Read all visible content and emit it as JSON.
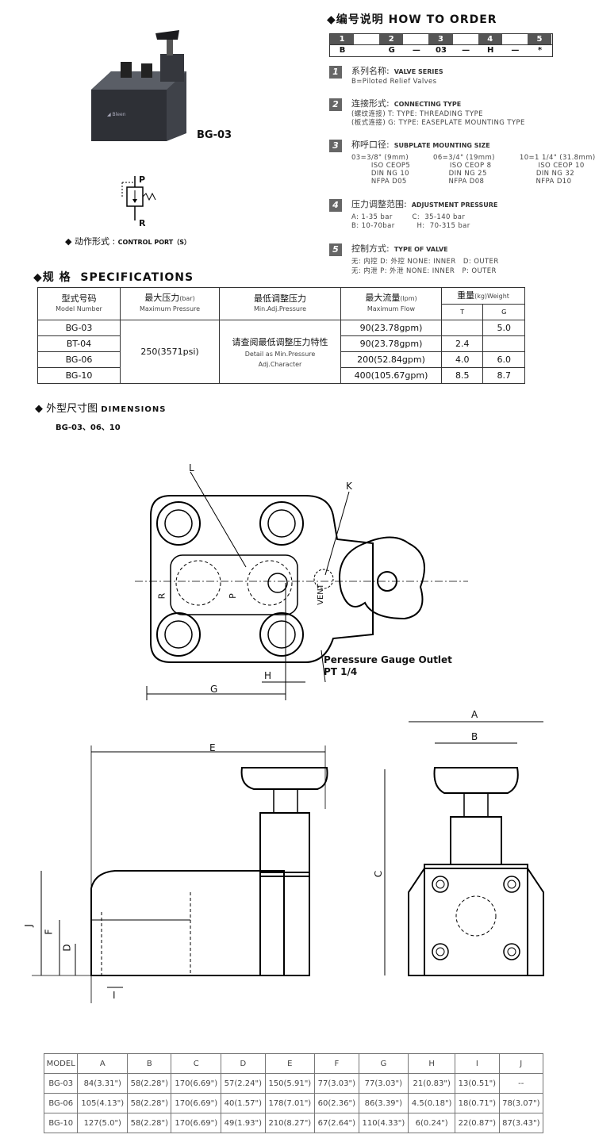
{
  "photo": {
    "label": "BG-03"
  },
  "control_port": {
    "label_cn": "◆ 动作形式 :",
    "label_en": "CONTROL PORT（S）",
    "p": "P",
    "r": "R"
  },
  "order": {
    "heading_cn": "◆编号说明",
    "heading_en": "HOW TO ORDER",
    "positions": [
      "1",
      "2",
      "3",
      "4",
      "5"
    ],
    "codes": [
      "B",
      "G",
      "—",
      "03",
      "—",
      "H",
      "—",
      "*"
    ],
    "items": [
      {
        "num": "1",
        "title_cn": "系列名称:",
        "title_en": "VALVE SERIES",
        "lines": [
          "B=Piloted Relief Valves"
        ]
      },
      {
        "num": "2",
        "title_cn": "连接形式:",
        "title_en": "CONNECTING TYPE",
        "lines": [
          "(螺纹连接) T:  TYPE: THREADING TYPE",
          "(板式连接) G:  TYPE: EASEPLATE MOUNTING TYPE"
        ]
      },
      {
        "num": "3",
        "title_cn": "称呼口径:",
        "title_en": "SUBPLATE MOUNTING SIZE",
        "lines": [
          "03=3/8\" (9mm)          06=3/4\" (19mm)          10=1 1/4\" (31.8mm)",
          "        ISO CEOP5                ISO CEOP 8                   ISO CEOP 10",
          "        DIN NG 10                DIN NG 25                    DIN NG 32",
          "        NFPA D05                 NFPA D08                     NFPA D10"
        ]
      },
      {
        "num": "4",
        "title_cn": "压力调整范围:",
        "title_en": "ADJUSTMENT PRESSURE",
        "lines": [
          "A: 1-35 bar        C:  35-140 bar",
          "B: 10-70bar         H:  70-315 bar"
        ]
      },
      {
        "num": "5",
        "title_cn": "控制方式:",
        "title_en": "TYPE OF VALVE",
        "lines": [
          "无: 内控 D: 外控 NONE: INNER   D: OUTER",
          "无: 内泄 P: 外泄 NONE: INNER   P: OUTER"
        ]
      }
    ]
  },
  "specs": {
    "heading_cn": "◆规  格",
    "heading_en": "SPECIFICATIONS",
    "headers": {
      "model_cn": "型式号码",
      "model_en": "Model Number",
      "maxp_cn": "最大压力",
      "maxp_unit": "(bar)",
      "maxp_en": "Maximum Pressure",
      "minp_cn": "最低调整压力",
      "minp_en": "Min.Adj.Pressure",
      "flow_cn": "最大流量",
      "flow_unit": "(lpm)",
      "flow_en": "Maximum Flow",
      "weight_cn": "重量",
      "weight_unit": "(kg)Weight",
      "t": "T",
      "g": "G"
    },
    "pressure": "250(3571psi)",
    "min_adj_cn": "请查阅最低调整压力特性",
    "min_adj_en1": "Detail as Min.Pressure",
    "min_adj_en2": "Adj.Character",
    "rows": [
      {
        "model": "BG-03",
        "flow": "90(23.78gpm)",
        "t": "",
        "g": "5.0"
      },
      {
        "model": "BT-04",
        "flow": "90(23.78gpm)",
        "t": "2.4",
        "g": ""
      },
      {
        "model": "BG-06",
        "flow": "200(52.84gpm)",
        "t": "4.0",
        "g": "6.0"
      },
      {
        "model": "BG-10",
        "flow": "400(105.67gpm)",
        "t": "8.5",
        "g": "8.7"
      }
    ]
  },
  "dimensions": {
    "heading_cn": "◆  外型尺寸图",
    "heading_en": "DIMENSIONS",
    "subtitle": "BG-03、06、10",
    "labels": {
      "L": "L",
      "K": "K",
      "G": "G",
      "H": "H",
      "R": "R",
      "P": "P",
      "VENT": "VENT",
      "E": "E",
      "J": "J",
      "F": "F",
      "D": "D",
      "I": "I",
      "A": "A",
      "B": "B",
      "C": "C"
    },
    "gauge_line1": "Peressure Gauge Outlet",
    "gauge_line2": "PT 1/4",
    "table": {
      "headers": [
        "MODEL",
        "A",
        "B",
        "C",
        "D",
        "E",
        "F",
        "G",
        "H",
        "I",
        "J"
      ],
      "rows": [
        [
          "BG-03",
          "84(3.31\")",
          "58(2.28\")",
          "170(6.69\")",
          "57(2.24\")",
          "150(5.91\")",
          "77(3.03\")",
          "77(3.03\")",
          "21(0.83\")",
          "13(0.51\")",
          "--"
        ],
        [
          "BG-06",
          "105(4.13\")",
          "58(2.28\")",
          "170(6.69\")",
          "40(1.57\")",
          "178(7.01\")",
          "60(2.36\")",
          "86(3.39\")",
          "4.5(0.18\")",
          "18(0.71\")",
          "78(3.07\")"
        ],
        [
          "BG-10",
          "127(5.0\")",
          "58(2.28\")",
          "170(6.69\")",
          "49(1.93\")",
          "210(8.27\")",
          "67(2.64\")",
          "110(4.33\")",
          "6(0.24\")",
          "22(0.87\")",
          "87(3.43\")"
        ]
      ]
    }
  }
}
